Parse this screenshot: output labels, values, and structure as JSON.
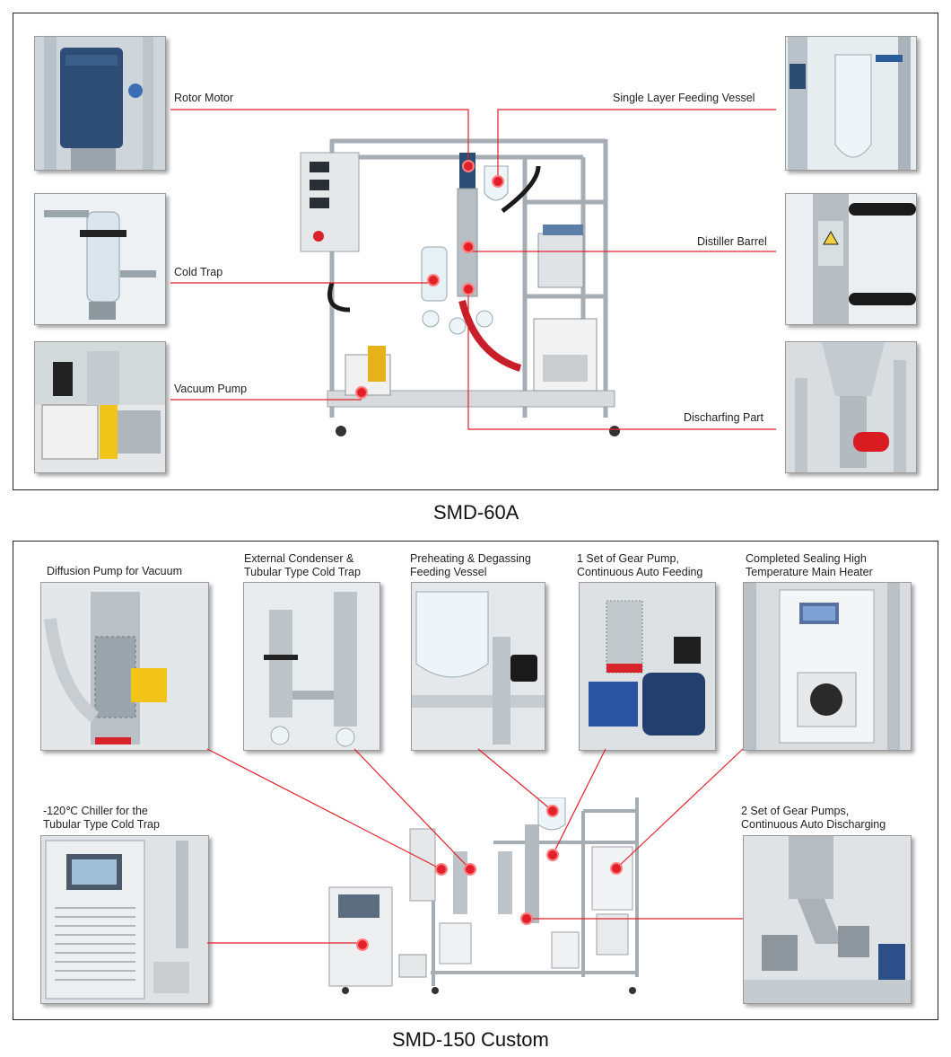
{
  "section1": {
    "caption": "SMD-60A",
    "callouts": {
      "rotor_motor": "Rotor Motor",
      "cold_trap": "Cold Trap",
      "vacuum_pump": "Vacuum Pump",
      "feeding_vessel": "Single Layer Feeding Vessel",
      "distiller_barrel": "Distiller Barrel",
      "discharging_part": "Discharfing Part"
    }
  },
  "section2": {
    "caption": "SMD-150 Custom",
    "callouts": {
      "diffusion_pump": "Diffusion Pump for Vacuum",
      "condenser_1": "External Condenser &",
      "condenser_2": "Tubular Type Cold Trap",
      "preheating_1": "Preheating & Degassing",
      "preheating_2": "Feeding Vessel",
      "gear_pump_1": "1 Set of Gear Pump,",
      "gear_pump_2": "Continuous Auto Feeding",
      "heater_1": "Completed Sealing High",
      "heater_2": "Temperature Main Heater",
      "chiller_1": "-120℃ Chiller for the",
      "chiller_2": "Tubular Type Cold Trap",
      "gear_pumps2_1": "2 Set of Gear Pumps,",
      "gear_pumps2_2": "Continuous Auto Discharging"
    }
  },
  "colors": {
    "callout_line": "#e3202a",
    "frame": "#222222"
  }
}
